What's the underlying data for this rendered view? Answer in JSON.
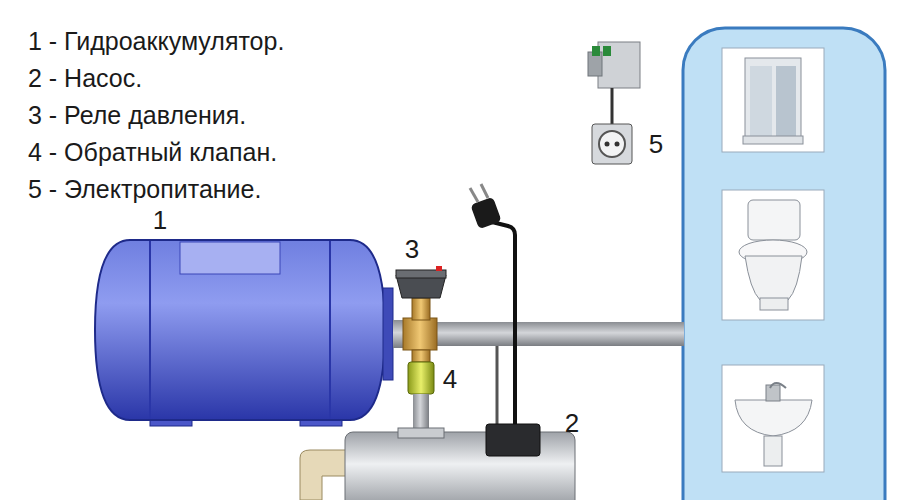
{
  "diagram": {
    "labels": [
      "1 - Гидроаккумулятор.",
      "2 - Насос.",
      "3 - Реле давления.",
      "4 - Обратный клапан.",
      "5 - Электропитание.",
      "5",
      "1",
      "3",
      "4",
      "2"
    ]
  }
}
